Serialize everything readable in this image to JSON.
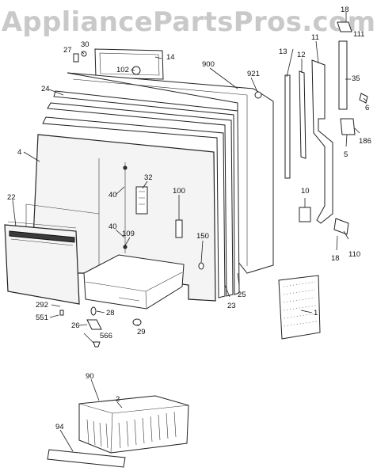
{
  "watermark": "AppliancePartsPros.com",
  "callouts": [
    {
      "id": "c18a",
      "text": "18"
    },
    {
      "id": "c111",
      "text": "111"
    },
    {
      "id": "c30",
      "text": "30"
    },
    {
      "id": "c27",
      "text": "27"
    },
    {
      "id": "c14",
      "text": "14"
    },
    {
      "id": "c13",
      "text": "13"
    },
    {
      "id": "c12",
      "text": "12"
    },
    {
      "id": "c11",
      "text": "11"
    },
    {
      "id": "c35",
      "text": "35"
    },
    {
      "id": "c102",
      "text": "102"
    },
    {
      "id": "c900",
      "text": "900"
    },
    {
      "id": "c921",
      "text": "921"
    },
    {
      "id": "c24",
      "text": "24"
    },
    {
      "id": "c6",
      "text": "6"
    },
    {
      "id": "c186",
      "text": "186"
    },
    {
      "id": "c5",
      "text": "5"
    },
    {
      "id": "c4",
      "text": "4"
    },
    {
      "id": "c40a",
      "text": "40"
    },
    {
      "id": "c32",
      "text": "32"
    },
    {
      "id": "c100",
      "text": "100"
    },
    {
      "id": "c10",
      "text": "10"
    },
    {
      "id": "c22",
      "text": "22"
    },
    {
      "id": "c40b",
      "text": "40"
    },
    {
      "id": "c109",
      "text": "109"
    },
    {
      "id": "c150",
      "text": "150"
    },
    {
      "id": "c110",
      "text": "110"
    },
    {
      "id": "c18b",
      "text": "18"
    },
    {
      "id": "c25",
      "text": "25"
    },
    {
      "id": "c23",
      "text": "23"
    },
    {
      "id": "c292",
      "text": "292"
    },
    {
      "id": "c551",
      "text": "551"
    },
    {
      "id": "c28",
      "text": "28"
    },
    {
      "id": "c26",
      "text": "26"
    },
    {
      "id": "c29",
      "text": "29"
    },
    {
      "id": "c566",
      "text": "566"
    },
    {
      "id": "c1",
      "text": "1"
    },
    {
      "id": "c90",
      "text": "90"
    },
    {
      "id": "c2",
      "text": "2"
    },
    {
      "id": "c94",
      "text": "94"
    }
  ]
}
